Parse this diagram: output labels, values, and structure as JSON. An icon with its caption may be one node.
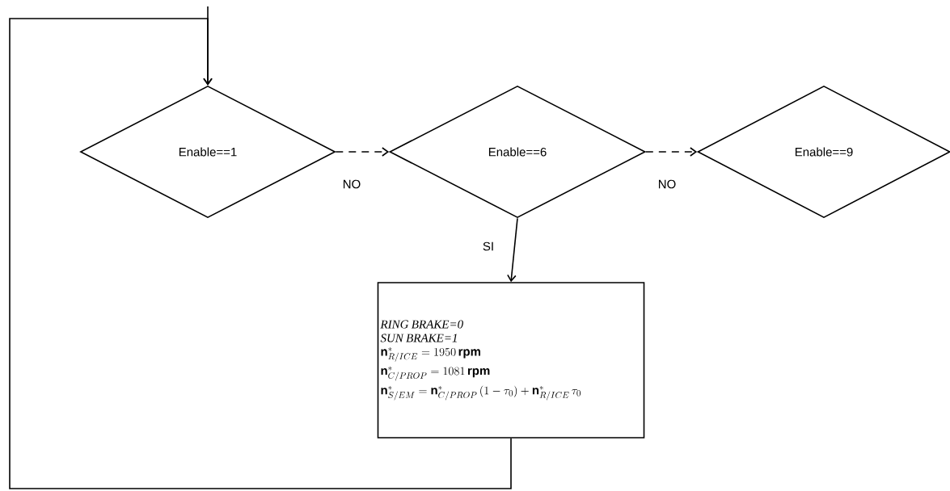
{
  "diagram": {
    "nodes": [
      {
        "text": [
          "Enable==1"
        ]
      },
      {
        "text": [
          "Enable==6"
        ]
      },
      {
        "text": [
          "Enable==9"
        ]
      },
      {
        "text": [
          "RING BRAKE=0",
          "SUN BRAKE=1",
          "\\mathbf{n}^{*}_{R/ICE}=1950\\,\\mathbf{rpm}",
          "\\mathbf{n}^{*}_{C/PROP}=1081\\,\\mathbf{rpm}",
          "\\mathbf{n}^{*}_{S/EM}=\\mathbf{n}^{*}_{C/PROP}\\left(1-\\tau_0\\right)+\\mathbf{n}^{*}_{R/ICE}\\,\\tau_0"
        ]
      }
    ],
    "edges": [
      {
        "from": null,
        "to": 0,
        "arrow": "to"
      },
      {
        "from": 0,
        "to": 1,
        "arrow": "to",
        "label": "NO",
        "style": "dashed"
      },
      {
        "from": 1,
        "to": 2,
        "arrow": "to",
        "label": "NO",
        "style": "dashed"
      },
      {
        "from": 1,
        "to": 3,
        "arrow": "to",
        "label": "SI"
      },
      {
        "from": 3,
        "to": 0,
        "arrow": "to"
      }
    ]
  }
}
